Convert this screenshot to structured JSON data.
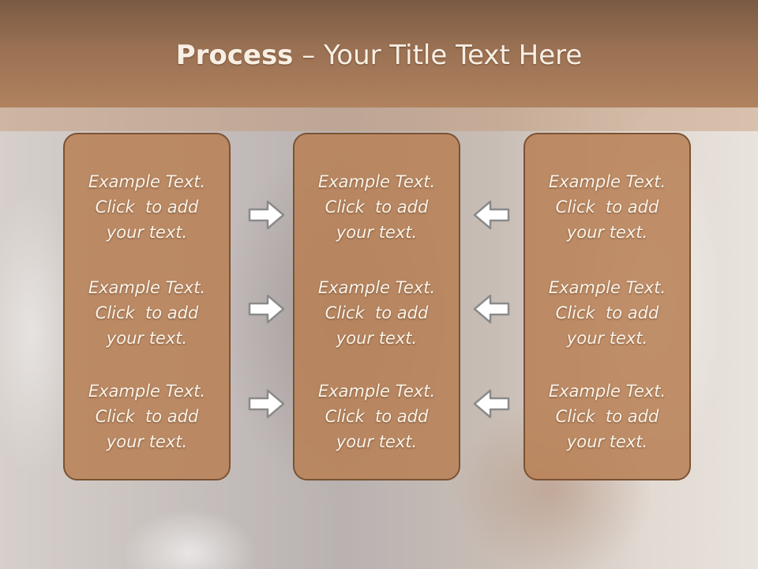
{
  "slide": {
    "title_bold": "Process",
    "title_rest": " – Your Title Text Here"
  },
  "columns": [
    {
      "items": [
        {
          "line1": "Example Text.",
          "line2": "Click  to add",
          "line3": "your text."
        },
        {
          "line1": "Example Text.",
          "line2": "Click  to add",
          "line3": "your text."
        },
        {
          "line1": "Example Text.",
          "line2": "Click  to add",
          "line3": "your text."
        }
      ]
    },
    {
      "items": [
        {
          "line1": "Example Text.",
          "line2": "Click  to add",
          "line3": "your text."
        },
        {
          "line1": "Example Text.",
          "line2": "Click  to add",
          "line3": "your text."
        },
        {
          "line1": "Example Text.",
          "line2": "Click  to add",
          "line3": "your text."
        }
      ]
    },
    {
      "items": [
        {
          "line1": "Example Text.",
          "line2": "Click  to add",
          "line3": "your text."
        },
        {
          "line1": "Example Text.",
          "line2": "Click  to add",
          "line3": "your text."
        },
        {
          "line1": "Example Text.",
          "line2": "Click  to add",
          "line3": "your text."
        }
      ]
    }
  ],
  "arrows": {
    "left_group": "arrow-right-icon",
    "right_group": "arrow-left-icon"
  },
  "colors": {
    "header": "#9a7153",
    "panel": "#b88258",
    "panel_border": "#7b5233",
    "text": "#fbf3e8",
    "arrow_fill": "#ffffff",
    "arrow_stroke": "#8a8a8a"
  }
}
